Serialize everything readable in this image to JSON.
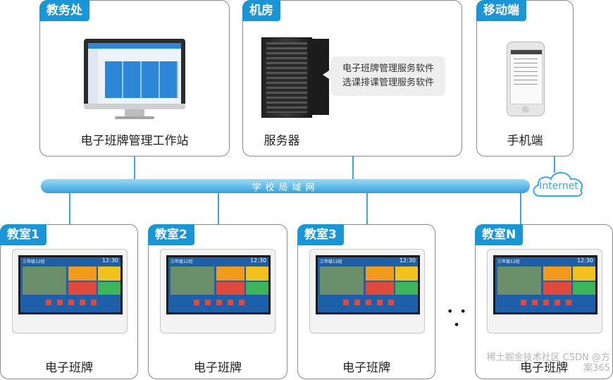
{
  "top_panels": {
    "academic_office": {
      "tag": "教务处",
      "caption": "电子班牌管理工作站"
    },
    "server_room": {
      "tag": "机房",
      "caption": "服务器",
      "software": [
        "电子班牌管理服务软件",
        "选课排课管理服务软件"
      ]
    },
    "mobile": {
      "tag": "移动端",
      "caption": "手机端"
    }
  },
  "network": {
    "lan_label": "学校局域网",
    "internet_label": "Internet"
  },
  "classrooms": [
    {
      "tag": "教室1",
      "caption": "电子班牌",
      "screen_class": "三年级12班",
      "screen_time": "12:30"
    },
    {
      "tag": "教室2",
      "caption": "电子班牌",
      "screen_class": "三年级12班",
      "screen_time": "12:30"
    },
    {
      "tag": "教室3",
      "caption": "电子班牌",
      "screen_class": "三年级12班",
      "screen_time": "12:30"
    },
    {
      "tag": "教室N",
      "caption": "电子班牌",
      "screen_class": "三年级12班",
      "screen_time": "12:30"
    }
  ],
  "ellipsis": "• • •",
  "watermark": "稀土掘金技术社区 CSDN @方案365",
  "colors": {
    "accent": "#1a95d6",
    "lan": "#5db8e8"
  }
}
